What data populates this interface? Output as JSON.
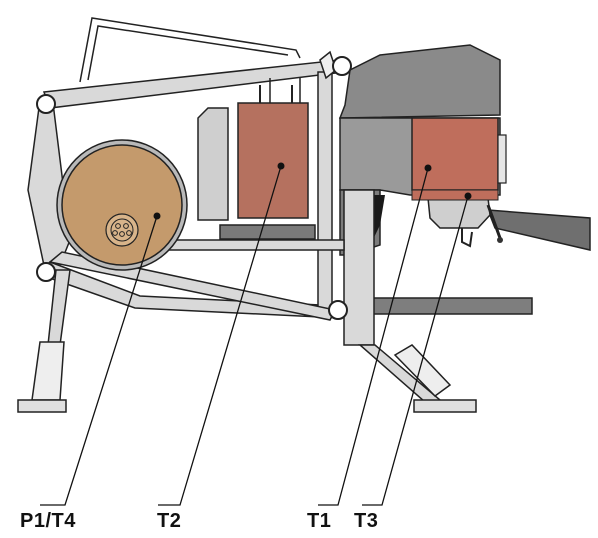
{
  "labels": {
    "p1t4": "P1/T4",
    "t2": "T2",
    "t1": "T1",
    "t3": "T3"
  },
  "colors": {
    "frame_fill": "#d9d9d9",
    "frame_stroke": "#222222",
    "body_dark": "#7a7a7a",
    "body_mid": "#9a9a9a",
    "boiler_fill": "#c49a6c",
    "tank_fill": "#b5715f",
    "group_fill": "#bf6e5c",
    "leader_line": "#111111"
  }
}
